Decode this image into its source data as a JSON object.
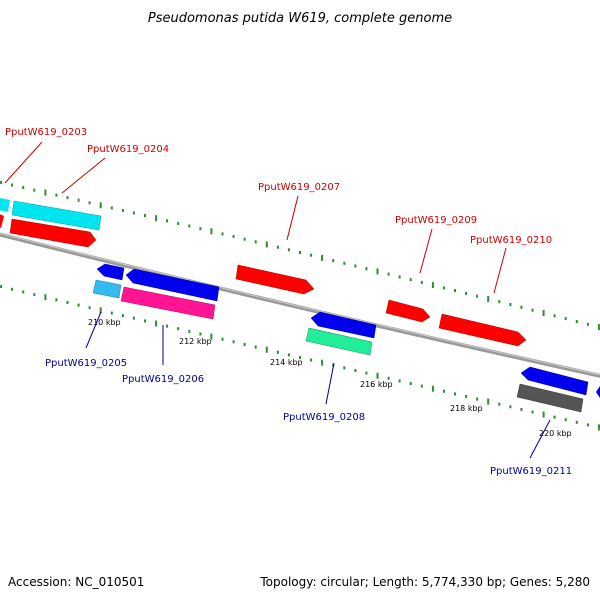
{
  "title": "Pseudomonas putida W619, complete genome",
  "footer": {
    "accession": "Accession: NC_010501",
    "summary": "Topology: circular; Length: 5,774,330 bp; Genes: 5,280"
  },
  "colors": {
    "backbone": "#888888",
    "dots": "#2e8b2e",
    "label_top": "#cc0000",
    "label_bottom": "#000099",
    "red": "#ff0000",
    "cyan": "#00e5ee",
    "blue": "#0000ee",
    "sky": "#33bbee",
    "magenta": "#ff1493",
    "mint": "#22ee99",
    "gray": "#555555"
  },
  "ticks": [
    "210 kbp",
    "212 kbp",
    "214 kbp",
    "216 kbp",
    "218 kbp",
    "220 kbp"
  ],
  "labels": [
    {
      "text": "PputW619_0203",
      "strand": "top"
    },
    {
      "text": "PputW619_0204",
      "strand": "top"
    },
    {
      "text": "PputW619_0207",
      "strand": "top"
    },
    {
      "text": "PputW619_0209",
      "strand": "top"
    },
    {
      "text": "PputW619_0210",
      "strand": "top"
    },
    {
      "text": "PputW619_0205",
      "strand": "bottom"
    },
    {
      "text": "PputW619_0206",
      "strand": "bottom"
    },
    {
      "text": "PputW619_0208",
      "strand": "bottom"
    },
    {
      "text": "PputW619_0211",
      "strand": "bottom"
    }
  ]
}
